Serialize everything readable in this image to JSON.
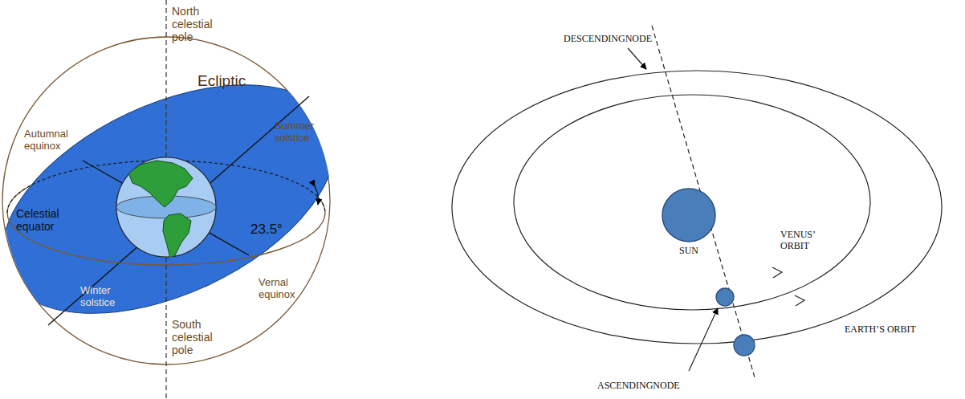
{
  "diagram": {
    "labels": [
      "North celestial pole",
      "Ecliptic",
      "Autumnal equinox",
      "Summer solstice",
      "Celestial equator",
      "23.5°",
      "Winter solstice",
      "Vernal equinox",
      "South celestial pole",
      "DESCENDINGNODE",
      "SUN",
      "VENUS’ ORBIT",
      "EARTH’S ORBIT",
      "ASCENDINGNODE"
    ]
  }
}
